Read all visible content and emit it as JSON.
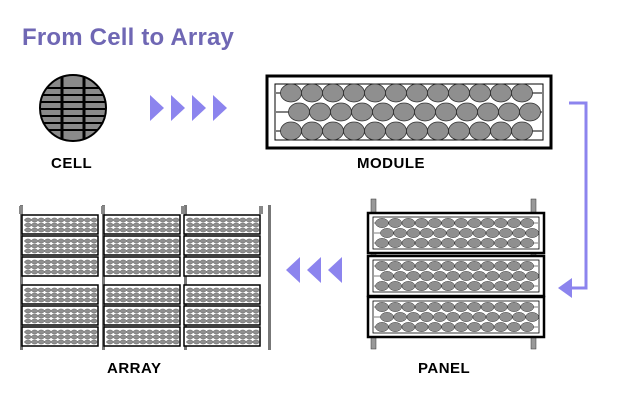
{
  "title": "From Cell to Array",
  "labels": {
    "cell": "CELL",
    "module": "MODULE",
    "panel": "PANEL",
    "array": "ARRAY"
  },
  "colors": {
    "title": "#6f67b4",
    "arrow": "#8c84ee",
    "connector": "#8c84ee",
    "cell_fill": "#8f8f8f",
    "frame": "#000000"
  },
  "icons": {
    "flow_arrows_1": "right-chevron-arrows",
    "flow_arrows_2": "left-chevron-arrows",
    "connector": "bent-arrow-down-left"
  }
}
